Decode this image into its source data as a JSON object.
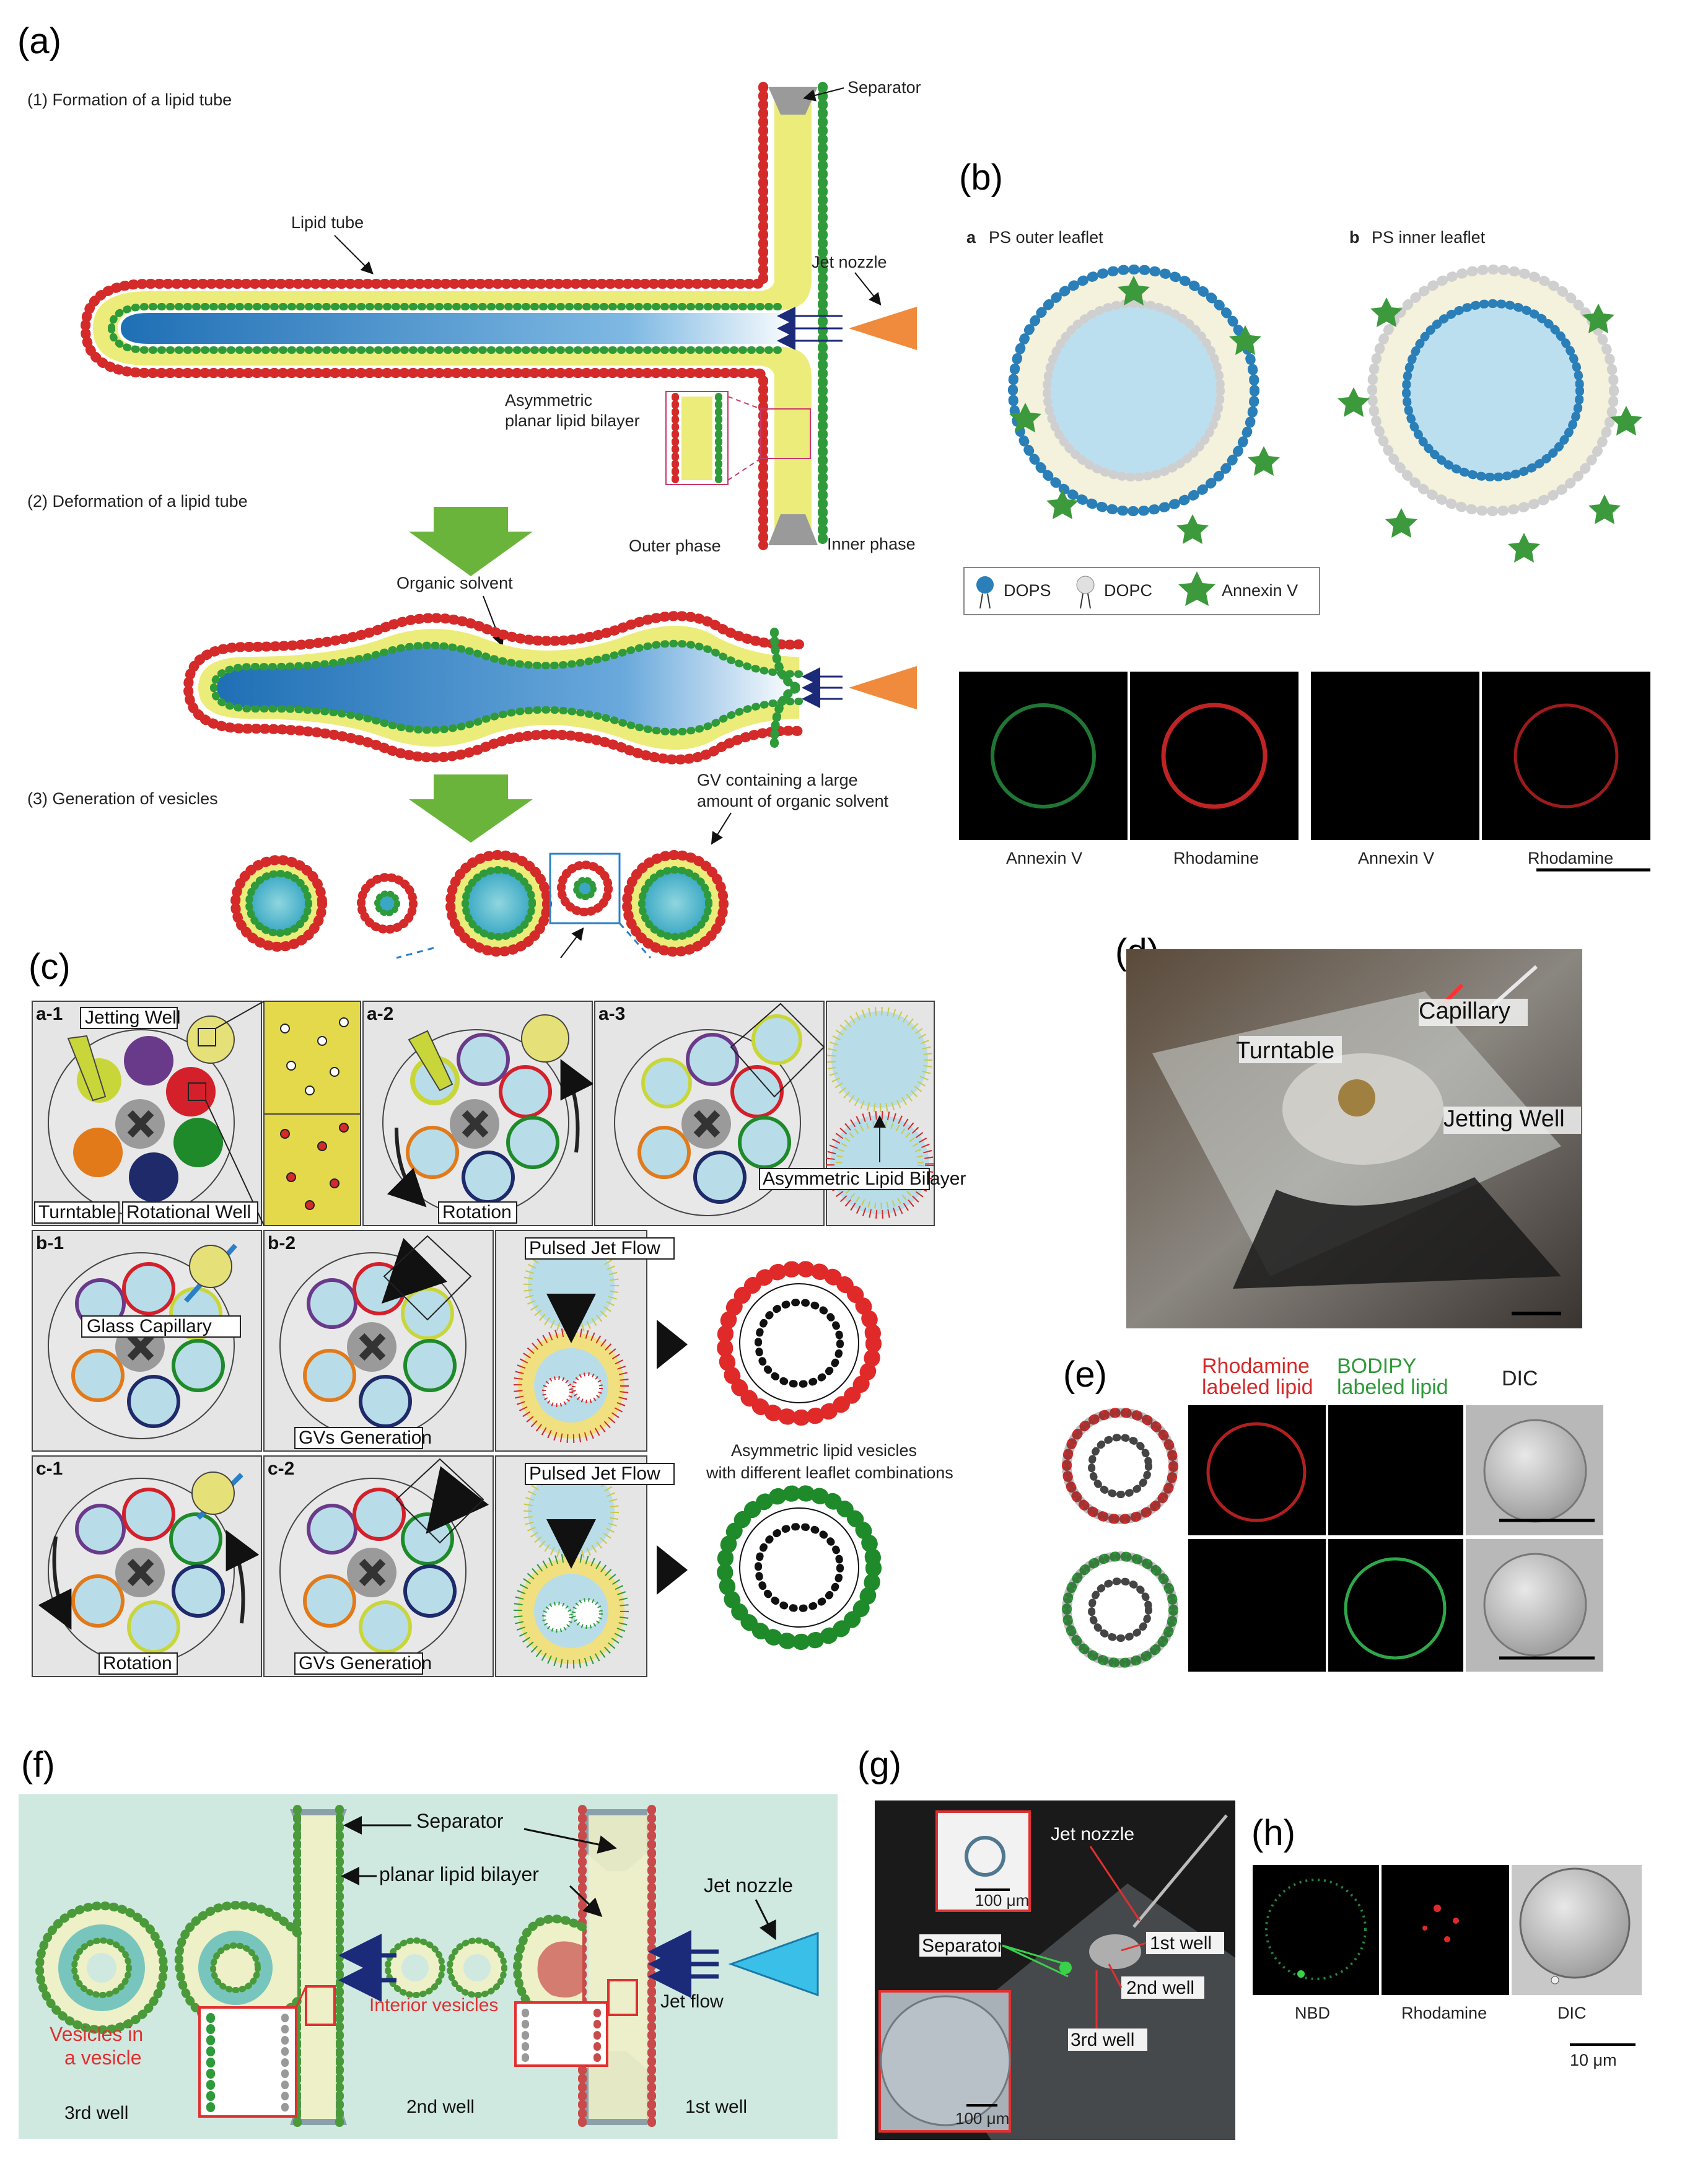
{
  "panels": {
    "a": {
      "label": "(a)",
      "step1": "(1) Formation of a lipid tube",
      "step2": "(2) Deformation of a lipid tube",
      "step3": "(3) Generation of vesicles",
      "separator": "Separator",
      "lipid_tube": "Lipid tube",
      "jet_nozzle": "Jet nozzle",
      "asym_line1": "Asymmetric",
      "asym_line2": "planar lipid bilayer",
      "outer_phase": "Outer phase",
      "inner_phase": "Inner phase",
      "organic_solvent": "Organic solvent",
      "gv_line1": "GV containing a large",
      "gv_line2": "amount of organic solvent"
    },
    "b": {
      "label": "(b)",
      "sub_a_letter": "a",
      "sub_a": "PS outer leaflet",
      "sub_b_letter": "b",
      "sub_b": "PS inner leaflet",
      "legend": [
        "DOPS",
        "DOPC",
        "Annexin V"
      ],
      "captions": [
        "Annexin V",
        "Rhodamine",
        "Annexin V",
        "Rhodamine"
      ]
    },
    "c": {
      "label": "(c)",
      "a1": "a-1",
      "a2": "a-2",
      "a3": "a-3",
      "b1": "b-1",
      "b2": "b-2",
      "c1": "c-1",
      "c2": "c-2",
      "jetting_well": "Jetting Well",
      "turntable": "Turntable",
      "rotational_well": "Rotational Well",
      "rotation": "Rotation",
      "asym_bilayer": "Asymmetric Lipid Bilayer",
      "glass_capillary": "Glass Capillary",
      "gvs_generation": "GVs Generation",
      "pulsed_jet": "Pulsed Jet Flow",
      "vesicles_line1": "Asymmetric lipid vesicles",
      "vesicles_line2": "with different leaflet combinations"
    },
    "d": {
      "label": "(d)",
      "capillary": "Capillary",
      "turntable": "Turntable",
      "jetting_well": "Jetting Well"
    },
    "e": {
      "label": "(e)",
      "rhod_line1": "Rhodamine",
      "rhod_line2": "labeled lipid",
      "bodipy_line1": "BODIPY",
      "bodipy_line2": "labeled lipid",
      "dic": "DIC"
    },
    "f": {
      "label": "(f)",
      "separator": "Separator",
      "planar_bilayer": "planar lipid bilayer",
      "jet_nozzle": "Jet nozzle",
      "interior_vesicles": "Interior vesicles",
      "jet_flow": "Jet flow",
      "vesicles_line1": "Vesicles in",
      "vesicles_line2": "a vesicle",
      "well3": "3rd well",
      "well2": "2nd well",
      "well1": "1st well"
    },
    "g": {
      "label": "(g)",
      "jet_nozzle": "Jet nozzle",
      "scale1": "100 μm",
      "separator": "Separator",
      "well1": "1st well",
      "well2": "2nd well",
      "well3": "3rd well",
      "scale2": "100 μm"
    },
    "h": {
      "label": "(h)",
      "captions": [
        "NBD",
        "Rhodamine",
        "DIC"
      ],
      "scale": "10 μm"
    }
  },
  "colors": {
    "head_red": "#d42a2a",
    "head_green": "#2e9a3a",
    "tail_yellow": "#ecec7a",
    "water_blue": "#2a80c8",
    "nozzle_orange": "#f08a3c",
    "arrow_green": "#6ab43c",
    "panel_f_bg": "#cfe9e0",
    "box_gray": "#e5e5e5"
  }
}
